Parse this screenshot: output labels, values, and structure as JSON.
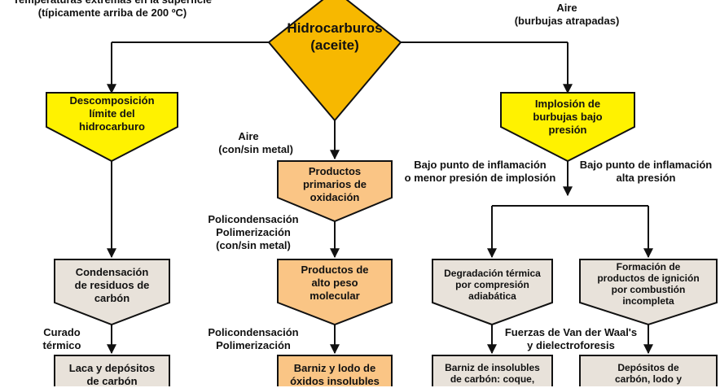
{
  "colors": {
    "top_diamond": "#F7B800",
    "yellow_box": "#FFF200",
    "orange_box": "#FAC585",
    "gray_box": "#E8E2DA",
    "stroke": "#111111"
  },
  "labels": {
    "temp_line1": "Temperaturas extremas en la superficie",
    "temp_line2": "(típicamente arriba de 200 ºC)",
    "air_top_line1": "Aire",
    "air_top_line2": "(burbujas atrapadas)",
    "air_mid_line1": "Aire",
    "air_mid_line2": "(con/sin metal)",
    "bajo1_line1": "Bajo punto de inflamación",
    "bajo1_line2": "o menor presión de implosión",
    "bajo2_line1": "Bajo punto de inflamación",
    "bajo2_line2": "alta presión",
    "poli1_line1": "Policondensación",
    "poli1_line2": "Polimerización",
    "poli1_line3": "(con/sin metal)",
    "poli2_line1": "Policondensación",
    "poli2_line2": "Polimerización",
    "curado_line1": "Curado",
    "curado_line2": "térmico",
    "fuerzas_line1": "Fuerzas de Van der Waal's",
    "fuerzas_line2": "y dielectroforesis"
  },
  "nodes": {
    "hidrocarburos": {
      "line1": "Hidrocarburos",
      "line2": "(aceite)"
    },
    "descomposicion": {
      "line1": "Descomposición",
      "line2": "límite del",
      "line3": "hidrocarburo"
    },
    "implosion": {
      "line1": "Implosión de",
      "line2": "burbujas bajo",
      "line3": "presión"
    },
    "primarios": {
      "line1": "Productos",
      "line2": "primarios de",
      "line3": "oxidación"
    },
    "alto_peso": {
      "line1": "Productos de",
      "line2": "alto peso",
      "line3": "molecular"
    },
    "condensacion": {
      "line1": "Condensación",
      "line2": "de residuos de",
      "line3": "carbón"
    },
    "degradacion": {
      "line1": "Degradación térmica",
      "line2": "por compresión",
      "line3": "adiabática"
    },
    "formacion": {
      "line1": "Formación de",
      "line2": "productos de ignición",
      "line3": "por combustión",
      "line4": "incompleta"
    },
    "laca": {
      "line1": "Laca y depósitos",
      "line2": "de carbón"
    },
    "barniz_lodo": {
      "line1": "Barniz y lodo de",
      "line2": "óxidos insolubles"
    },
    "barniz_insolubles": {
      "line1": "Barniz de insolubles",
      "line2": "de carbón: coque,"
    },
    "depositos": {
      "line1": "Depósitos de",
      "line2": "carbón, lodo y"
    }
  }
}
